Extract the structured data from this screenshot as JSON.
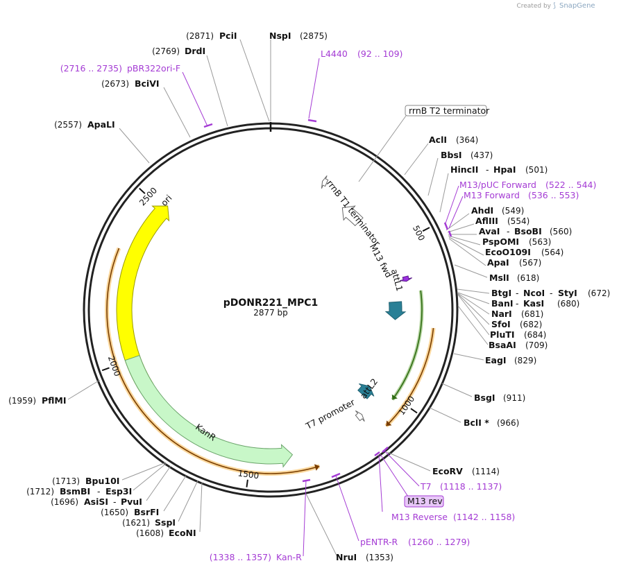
{
  "plasmid": {
    "name": "pDONR221_MPC1",
    "length_label": "2877 bp",
    "length": 2877
  },
  "watermark": {
    "created_by": "Created by",
    "brand": "SnapGene"
  },
  "ticks": [
    {
      "pos": 500,
      "label": "500"
    },
    {
      "pos": 1000,
      "label": "1000"
    },
    {
      "pos": 1500,
      "label": "1500"
    },
    {
      "pos": 2000,
      "label": "2000"
    },
    {
      "pos": 2500,
      "label": "2500"
    }
  ],
  "features": [
    {
      "name": "ori",
      "start": 1900,
      "end": 2520,
      "direction": 1,
      "color": "#ffff00",
      "stroke": "#9a9a00"
    },
    {
      "name": "KanR",
      "start": 1370,
      "end": 2005,
      "direction": -1,
      "color": "#c8f7c8",
      "stroke": "#6aa46a"
    },
    {
      "name": "attL1",
      "start": 690,
      "end": 755,
      "direction": 1,
      "color": "#2a8096",
      "stroke": "#1f6070"
    },
    {
      "name": "attL2",
      "start": 1020,
      "end": 1060,
      "direction": -1,
      "color": "#2a8096",
      "stroke": "#1f6070"
    },
    {
      "name": "rrnB T1 terminator",
      "start": 280,
      "end": 360,
      "direction": -1,
      "color": "#ffffff",
      "stroke": "#666666"
    },
    {
      "name": "rrnB T2 terminator",
      "start": 175,
      "end": 190,
      "direction": -1,
      "color": "#ffffff",
      "stroke": "#666666"
    },
    {
      "name": "M13 fwd",
      "start": 608,
      "end": 624,
      "direction": 1,
      "color": "#9b30e0",
      "stroke": "#5a1a8a"
    },
    {
      "name": "T7 promoter",
      "start": 1110,
      "end": 1128,
      "direction": -1,
      "color": "#ffffff",
      "stroke": "#666666"
    }
  ],
  "feature_labels": [
    {
      "text": "ori"
    },
    {
      "text": "KanR"
    },
    {
      "text": "attL1"
    },
    {
      "text": "attL2"
    },
    {
      "text": "rrnB T1 terminator"
    },
    {
      "text": "M13 fwd"
    },
    {
      "text": "T7 promoter"
    },
    {
      "text": "rrnB T2 terminator"
    }
  ],
  "orange_tracks": [
    {
      "start": 770,
      "end": 1080,
      "direction": 1,
      "color": "#f5a623"
    },
    {
      "start": 1300,
      "end": 2335,
      "direction": -1,
      "color": "#f5a623"
    }
  ],
  "green_track": {
    "start": 660,
    "end": 1010,
    "direction": 1,
    "color": "#5aa02c"
  },
  "sites": [
    {
      "name": "PciI",
      "pos_label": "(2871)",
      "side": "left"
    },
    {
      "name": "NspI",
      "pos_label": "(2875)",
      "side": "right"
    },
    {
      "name": "DrdI",
      "pos_label": "(2769)",
      "side": "left"
    },
    {
      "name": "BciVI",
      "pos_label": "(2673)",
      "side": "left"
    },
    {
      "name": "ApaLI",
      "pos_label": "(2557)",
      "side": "left"
    },
    {
      "name": "AclI",
      "pos_label": "(364)",
      "side": "right"
    },
    {
      "name": "BbsI",
      "pos_label": "(437)",
      "side": "right"
    },
    {
      "name": "HincII",
      "extra": "HpaI",
      "pos_label": "(501)",
      "side": "right"
    },
    {
      "name": "AhdI",
      "pos_label": "(549)",
      "side": "right"
    },
    {
      "name": "AflIII",
      "pos_label": "(554)",
      "side": "right"
    },
    {
      "name": "AvaI",
      "extra": "BsoBI",
      "pos_label": "(560)",
      "side": "right"
    },
    {
      "name": "PspOMI",
      "pos_label": "(563)",
      "side": "right"
    },
    {
      "name": "EcoO109I",
      "pos_label": "(564)",
      "side": "right"
    },
    {
      "name": "ApaI",
      "pos_label": "(567)",
      "side": "right"
    },
    {
      "name": "MslI",
      "pos_label": "(618)",
      "side": "right"
    },
    {
      "name": "BtgI",
      "extra": "NcoI",
      "extra2": "StyI",
      "pos_label": "(672)",
      "side": "right"
    },
    {
      "name": "BanI",
      "extra": "KasI",
      "pos_label": "(680)",
      "side": "right"
    },
    {
      "name": "NarI",
      "pos_label": "(681)",
      "side": "right"
    },
    {
      "name": "SfoI",
      "pos_label": "(682)",
      "side": "right"
    },
    {
      "name": "PluTI",
      "pos_label": "(684)",
      "side": "right"
    },
    {
      "name": "BsaAI",
      "pos_label": "(709)",
      "side": "right"
    },
    {
      "name": "EagI",
      "pos_label": "(829)",
      "side": "right"
    },
    {
      "name": "BsgI",
      "pos_label": "(911)",
      "side": "right"
    },
    {
      "name": "BclI *",
      "pos_label": "(966)",
      "side": "right"
    },
    {
      "name": "EcoRV",
      "pos_label": "(1114)",
      "side": "right"
    },
    {
      "name": "NruI",
      "pos_label": "(1353)",
      "side": "right"
    },
    {
      "name": "EcoNI",
      "pos_label": "(1608)",
      "side": "left"
    },
    {
      "name": "SspI",
      "pos_label": "(1621)",
      "side": "left"
    },
    {
      "name": "BsrFI",
      "pos_label": "(1650)",
      "side": "left"
    },
    {
      "name": "AsiSI",
      "extra": "PvuI",
      "pos_label": "(1696)",
      "side": "left"
    },
    {
      "name": "BsmBI",
      "extra": "Esp3I",
      "pos_label": "(1712)",
      "side": "left"
    },
    {
      "name": "Bpu10I",
      "pos_label": "(1713)",
      "side": "left"
    },
    {
      "name": "PflMI",
      "pos_label": "(1959)",
      "side": "left"
    }
  ],
  "primers": [
    {
      "name": "L4440",
      "range": "(92 .. 109)"
    },
    {
      "name": "pBR322ori-F",
      "range": "(2716 .. 2735)"
    },
    {
      "name": "M13/pUC Forward",
      "range": "(522 .. 544)"
    },
    {
      "name": "M13 Forward",
      "range": "(536 .. 553)"
    },
    {
      "name": "T7",
      "range": "(1118 .. 1137)"
    },
    {
      "name": "M13 rev"
    },
    {
      "name": "M13 Reverse",
      "range": "(1142 .. 1158)"
    },
    {
      "name": "pENTR-R",
      "range": "(1260 .. 1279)"
    },
    {
      "name": "Kan-R",
      "range": "(1338 .. 1357)"
    }
  ],
  "colors": {
    "backbone": "#222222",
    "primer": "#a43bd4",
    "leader": "#888888",
    "primer_box_fill": "#e8c8f8"
  }
}
